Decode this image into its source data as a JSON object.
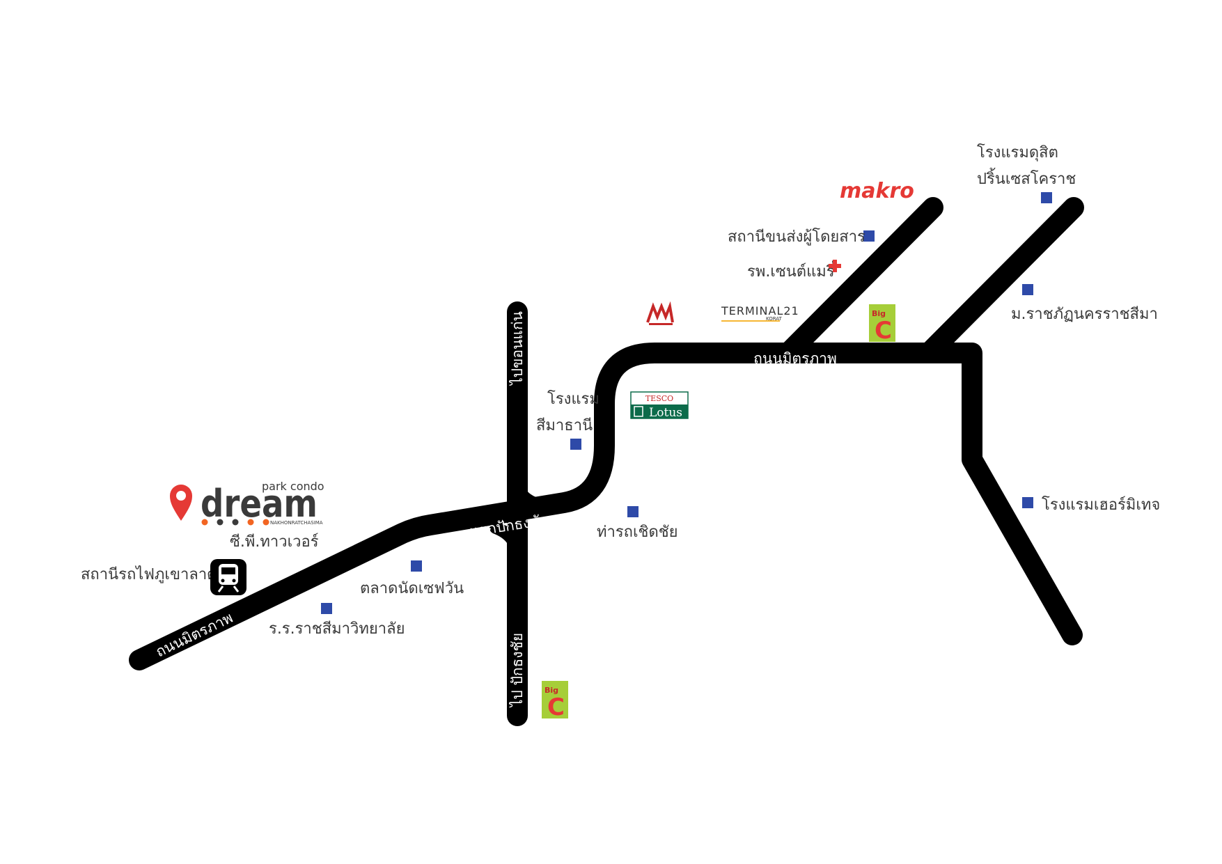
{
  "roads": {
    "mittraphap_west": "ถนนมิตรภาพ",
    "mittraphap_east": "ถนนมิตรภาพ",
    "to_khon_kaen": "ไปขอนแก่น",
    "to_pakthongchai": "ไป ปักธงชัย",
    "junction": "แยกปักธงชัย"
  },
  "places": {
    "cp_tower": "ซี.พี.ทาวเวอร์",
    "phu_khao_lat_station": "สถานีรถไฟภูเขาลาด",
    "night_market": "ตลาดนัดเซฟวัน",
    "ratchasima_school": "ร.ร.ราชสีมาวิทยาลัย",
    "sima_thani_1": "โรงแรม",
    "sima_thani_2": "สีมาธานี",
    "choeng_chai_pier": "ท่ารถเชิดชัย",
    "bus_terminal": "สถานีขนส่งผู้โดยสาร",
    "st_mary_hospital": "รพ.เซนต์แมรี่",
    "dusit_1": "โรงแรมดุสิต",
    "dusit_2": "ปริ้นเซสโคราช",
    "rajabhat": "ม.ราชภัฏนครราชสีมา",
    "hermitage": "โรงแรมเฮอร์มิเทจ"
  },
  "brands": {
    "dream_small": "park condo",
    "dream_main": "dream",
    "dream_sub": "NAKHONRATCHASIMA",
    "makro": "makro",
    "terminal21": "TERMINAL21",
    "terminal21_sub": "KORAT",
    "tesco": "TESCO",
    "lotus": "Lotus",
    "bigc_top": "Big",
    "bigc_letter": "C"
  },
  "colors": {
    "road": "#000000",
    "marker": "#2e4aa8",
    "pin": "#e53935",
    "makro": "#e53935",
    "bigc_bg": "#a6ce39",
    "tesco_green": "#0c6b4a",
    "dream_text": "#3a3a3a",
    "dream_orange": "#f26522"
  },
  "icons": {
    "location_pin": "map-pin-icon",
    "train": "train-icon",
    "hospital": "red-cross-icon"
  }
}
